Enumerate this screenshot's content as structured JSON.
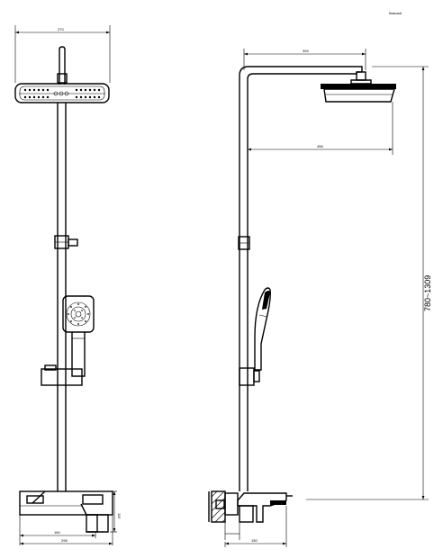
{
  "header": {
    "mark": "Ikasoad"
  },
  "front_view": {
    "dim_head_width": "270",
    "dim_spout_offset": "160",
    "dim_body_width": "298",
    "dim_body_height": "115"
  },
  "side_view": {
    "dim_arm_length": "394",
    "dim_head_reach": "456",
    "dim_height_range": "780~1309",
    "dim_base_depth": "150"
  }
}
